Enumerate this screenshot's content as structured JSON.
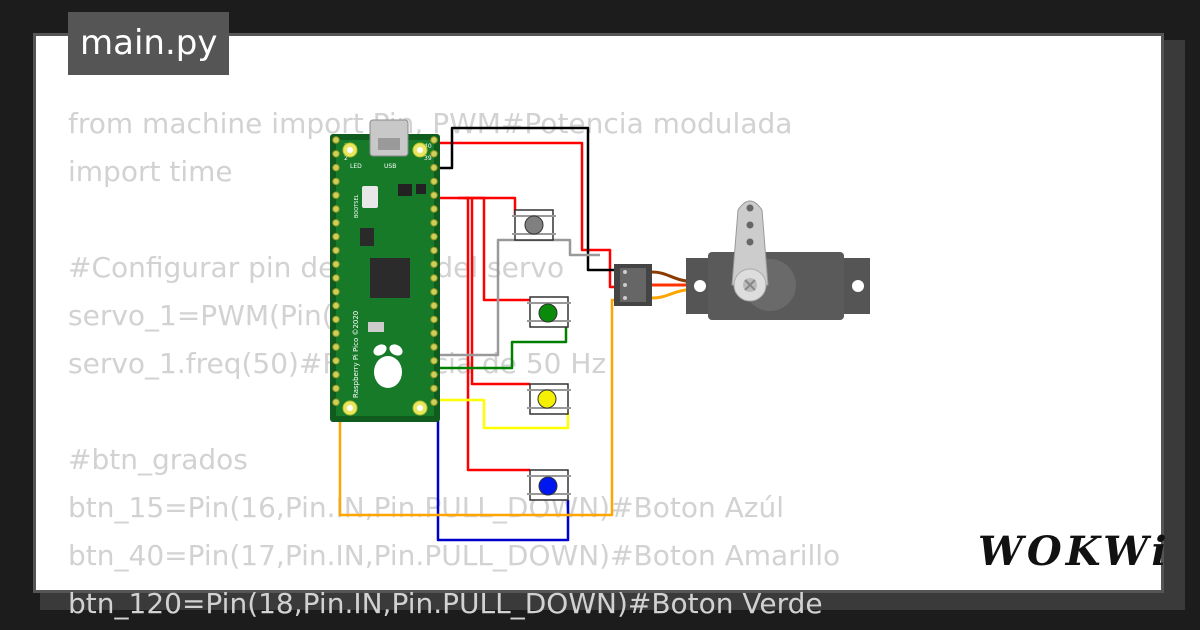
{
  "file_tab": {
    "label": "main.py"
  },
  "code_lines": [
    "from machine import Pin, PWM#Potencia modulada",
    "import time",
    "",
    "#Configurar pin de salida del servo",
    "servo_1=PWM(Pin(15))",
    "servo_1.freq(50)#Frecuencia de 50 Hz",
    "",
    "#btn_grados",
    "btn_15=Pin(16,Pin.IN,Pin.PULL_DOWN)#Boton Azúl",
    "btn_40=Pin(17,Pin.IN,Pin.PULL_DOWN)#Boton Amarillo",
    "btn_120=Pin(18,Pin.IN,Pin.PULL_DOWN)#Boton Verde"
  ],
  "board": {
    "silkscreen_brand": "Raspberry Pi Pico ©2020",
    "label_led": "LED",
    "label_usb": "USB",
    "label_bootsel": "BOOTSEL",
    "pin_1": "1",
    "pin_2": "2",
    "pin_39": "39",
    "pin_40": "40"
  },
  "buttons": [
    {
      "name": "gray",
      "color": "#808080"
    },
    {
      "name": "green",
      "color": "#0a8a0a"
    },
    {
      "name": "yellow",
      "color": "#f5f000"
    },
    {
      "name": "blue",
      "color": "#0018f0"
    }
  ],
  "wire_colors": {
    "red": "#ff0000",
    "black": "#000000",
    "orange": "#ffa500",
    "gray": "#999999",
    "green": "#008000",
    "yellow": "#ffff00",
    "blue": "#0000cc"
  },
  "brand": {
    "logo": "WOKWi"
  }
}
